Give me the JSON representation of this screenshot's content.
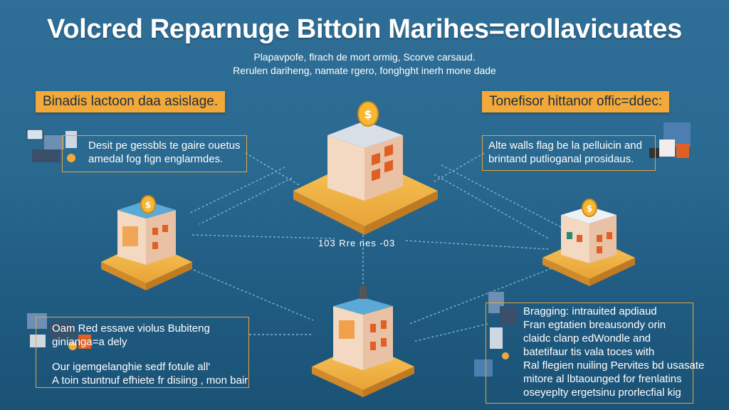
{
  "title": "Volcred Reparnuge Bittoin Marihes=erollavicuates",
  "subtitle": [
    "Plapavpofe, flrach de mort ormig, Scorve carsaud.",
    "Rerulen dariheng, namate rgero, fonghght inerh mone dade"
  ],
  "banners": {
    "left": "Binadis lactoon daa asislage.",
    "right": "Tonefisor hittanor offic=ddec:"
  },
  "boxes": {
    "top_left": [
      "Desit pe gessbls te gaire ouetus",
      "amedal fog fign englarmdes."
    ],
    "top_right": [
      "Alte walls flag be la pelluicin and",
      "brintand putlioganal prosidaus."
    ],
    "bottom_left": [
      "Oam Red essave violus Bubiteng",
      "ginianga=a dely",
      "Our igemgelanghie sedf fotule all'",
      "A toin stuntnuf efhiete fr disiing , mon bair"
    ],
    "bottom_right": [
      "Bragging: intrauited apdiaud",
      "Fran egtatien breausondy orin",
      "claidc clanp edWondle and",
      "batetifaur tis vala toces with",
      "Ral flegien nuiling Pervites bd usasate",
      "mitore al lbtaounged for frenlatins",
      "oseyeplty ergetsinu prorlecfial kig"
    ]
  },
  "center_label": "103  Rre nes  -03",
  "icons": {
    "coin": "bitcoin-coin-icon"
  },
  "colors": {
    "accent": "#f2a93a",
    "background": "#2a6990",
    "network_lines": "#8ec3e6"
  }
}
